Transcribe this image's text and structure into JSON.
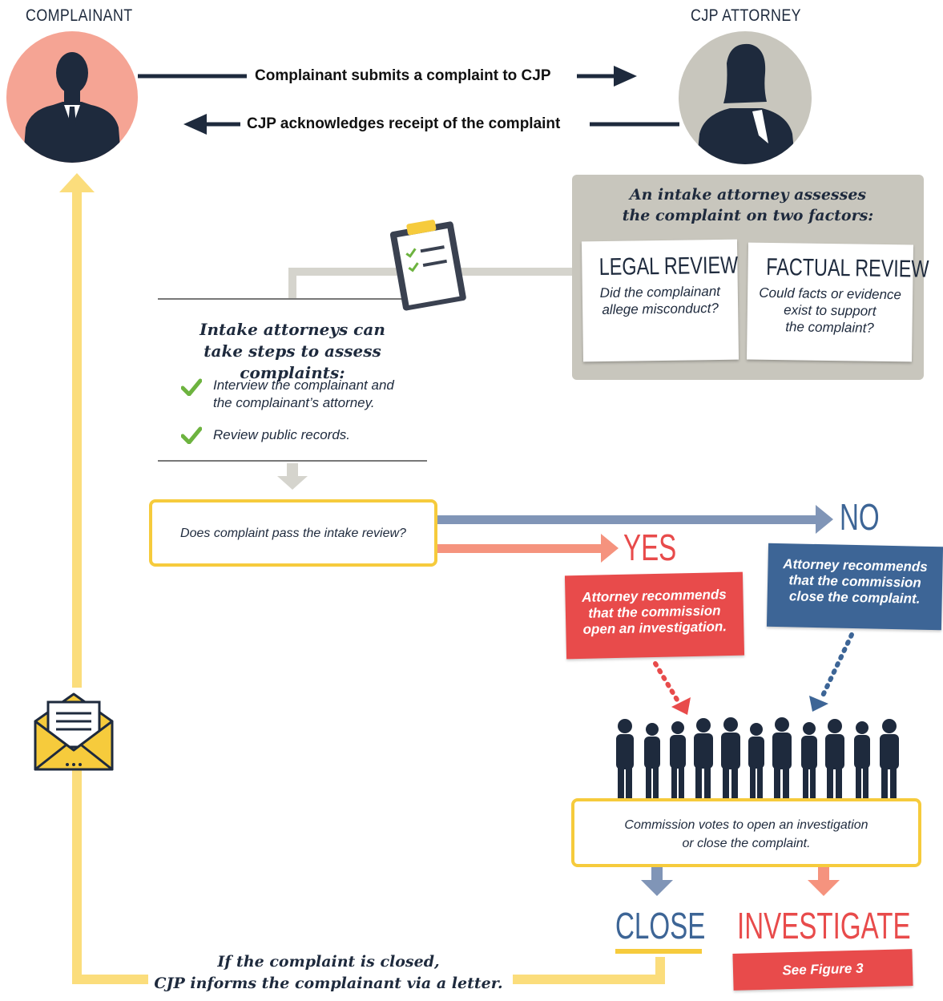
{
  "labels": {
    "complainant": "COMPLAINANT",
    "cjp_attorney": "CJP ATTORNEY"
  },
  "arrows": {
    "submit": "Complainant submits a complaint to CJP",
    "acknowledge": "CJP acknowledges receipt of the complaint"
  },
  "intake_panel": {
    "title_line1": "An intake attorney assesses",
    "title_line2": "the complaint on two factors:",
    "legal": {
      "title": "LEGAL REVIEW",
      "body_line1": "Did the complainant",
      "body_line2": "allege misconduct?"
    },
    "factual": {
      "title": "FACTUAL REVIEW",
      "body_line1": "Could facts or evidence",
      "body_line2": "exist to support",
      "body_line3": "the complaint?"
    }
  },
  "steps": {
    "heading_line1": "Intake attorneys can",
    "heading_line2": "take steps to assess complaints:",
    "item1_line1": "Interview the complainant and",
    "item1_line2": "the complainant’s attorney.",
    "item2": "Review public records."
  },
  "question": "Does complaint pass the intake review?",
  "outcomes": {
    "no": "NO",
    "yes": "YES",
    "no_rec_line1": "Attorney recommends",
    "no_rec_line2": "that the commission",
    "no_rec_line3": "close the complaint.",
    "yes_rec_line1": "Attorney recommends",
    "yes_rec_line2": "that the commission",
    "yes_rec_line3": "open an investigation."
  },
  "commission": {
    "line1": "Commission votes to open an investigation",
    "line2": "or close the complaint."
  },
  "final": {
    "close": "CLOSE",
    "investigate": "INVESTIGATE",
    "see_figure": "See Figure 3",
    "letter_line1": "If the complaint is closed,",
    "letter_line2": "CJP informs the complainant via a letter."
  },
  "colors": {
    "navy": "#1e2a3d",
    "salmon": "#f5a494",
    "gray": "#c8c6bd",
    "yellow": "#f6cb3c",
    "light_yellow": "#fbdd7c",
    "red": "#e84b4b",
    "blue": "#3d6596",
    "slate_arrow": "#8095b7",
    "green": "#6db33f"
  }
}
